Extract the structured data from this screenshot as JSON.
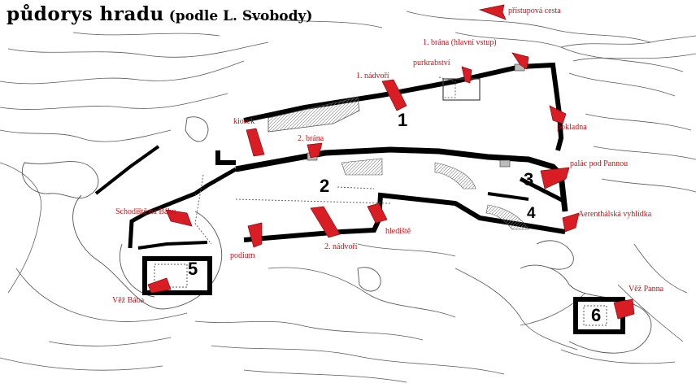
{
  "title": {
    "main": "půdorys hradu",
    "sub": "(podle L. Svobody)"
  },
  "labels": {
    "pristupova_cesta": "přístupová cesta",
    "brana1": "1. brána (hlavní vstup)",
    "purkrabstvi": "purkrabství",
    "nadvori1": "1. nádvoří",
    "kiosek": "kiosek",
    "brana2": "2. brána",
    "pokladna": "pokladna",
    "palac": "palác pod Pannou",
    "aerenthal": "Aerenthálská vyhlídka",
    "schodiste": "Schodiště na Bábu",
    "hlediste": "hlediště",
    "nadvori2": "2. nádvoří",
    "podium": "podium",
    "vez_baba": "Věž Bába",
    "vez_panna": "Věž Panna"
  },
  "numbers": {
    "n1": "1",
    "n2": "2",
    "n3": "3",
    "n4": "4",
    "n5": "5",
    "n6": "6"
  },
  "colors": {
    "annotation": "#c0161c",
    "arrow_fill": "#d81e24",
    "wall": "#000000",
    "contour": "#5a5a5a"
  }
}
